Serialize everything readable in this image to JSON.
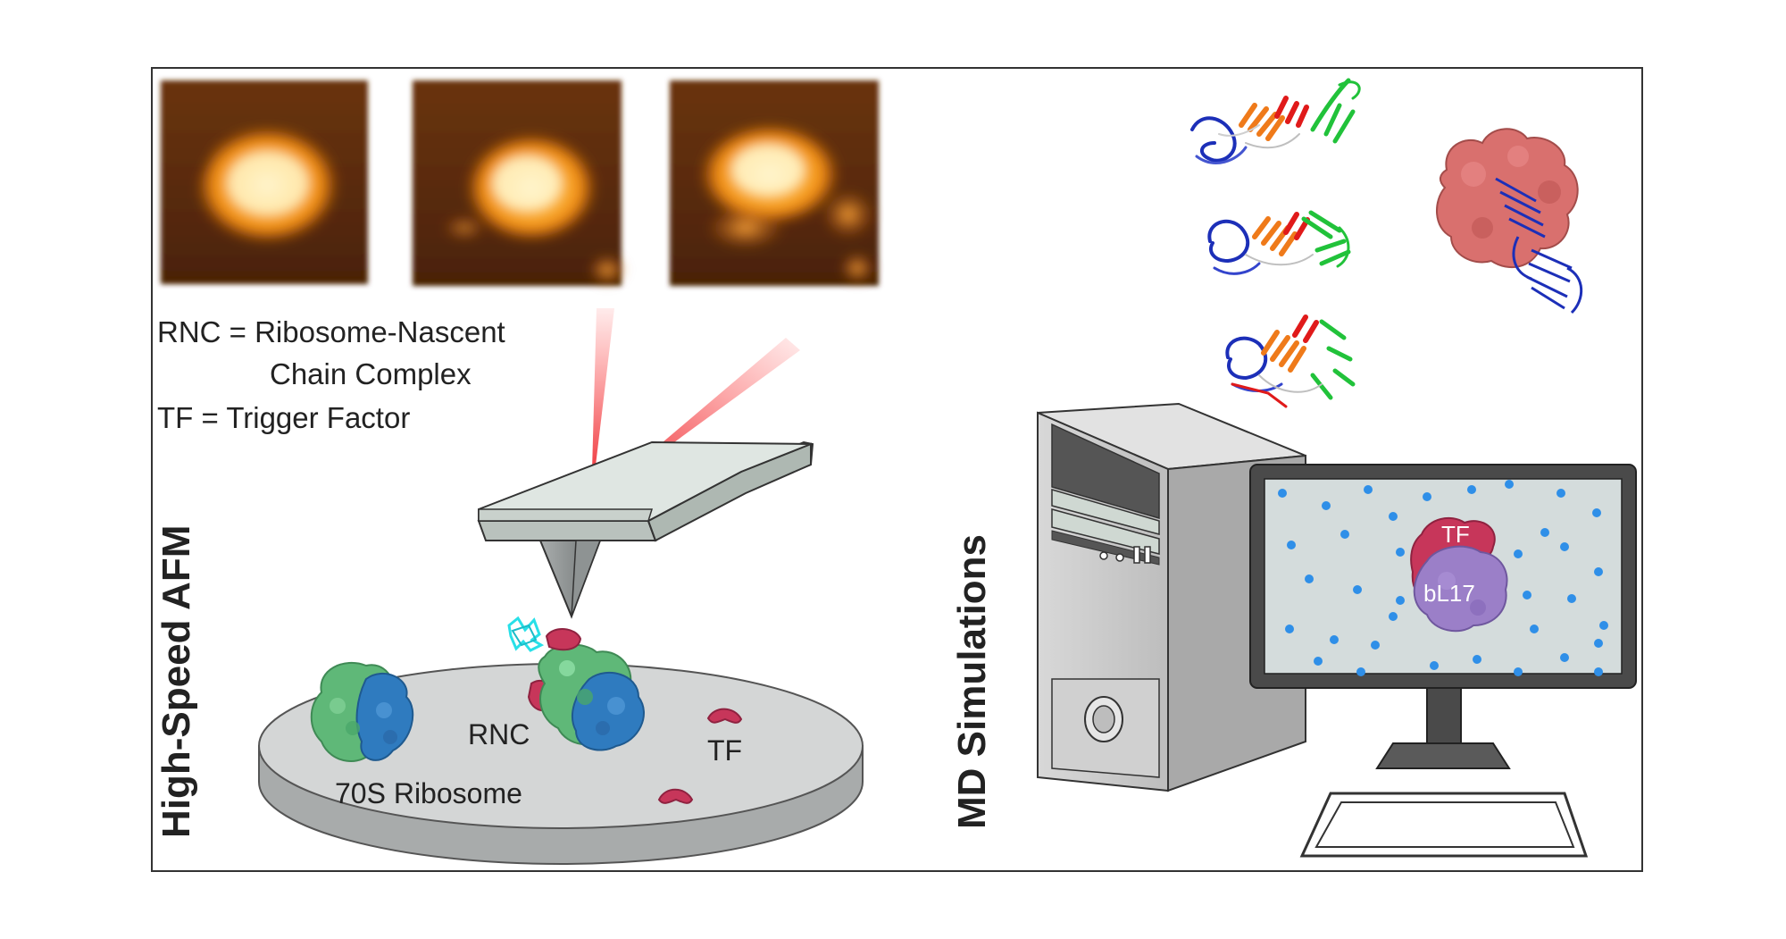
{
  "colors": {
    "frame": "#333333",
    "afm_dark": "#5a2a08",
    "afm_orange": "#ff9a1a",
    "afm_bright": "#fff2c0",
    "laser": "#e8141c",
    "cantilever": "#cfd8d2",
    "stage": "#d4d6d6",
    "tf_red": "#c7365a",
    "ribo_green": "#5fb878",
    "ribo_blue": "#2f7bbf",
    "computer": "#c9c9c9",
    "screen": "#d4dcdc",
    "dot_blue": "#2f8fe8",
    "bl17_purple": "#9b7fc8",
    "protein_blue": "#1c2fb8",
    "protein_orange": "#ef7a1a",
    "protein_green": "#21c23a",
    "protein_red": "#e01a1a",
    "surface_pink": "#d9706e"
  },
  "legend": {
    "rnc_line1": "RNC = Ribosome-Nascent",
    "rnc_line2": "Chain Complex",
    "tf_line": "TF = Trigger Factor"
  },
  "left_panel": {
    "vertical_title": "High-Speed AFM",
    "label_rnc": "RNC",
    "label_tf": "TF",
    "label_ribosome": "70S Ribosome",
    "afm_images": [
      "afm-image-1",
      "afm-image-2",
      "afm-image-3"
    ]
  },
  "right_panel": {
    "vertical_title": "MD Simulations",
    "screen_label_tf": "TF",
    "screen_label_bl17": "bL17"
  }
}
